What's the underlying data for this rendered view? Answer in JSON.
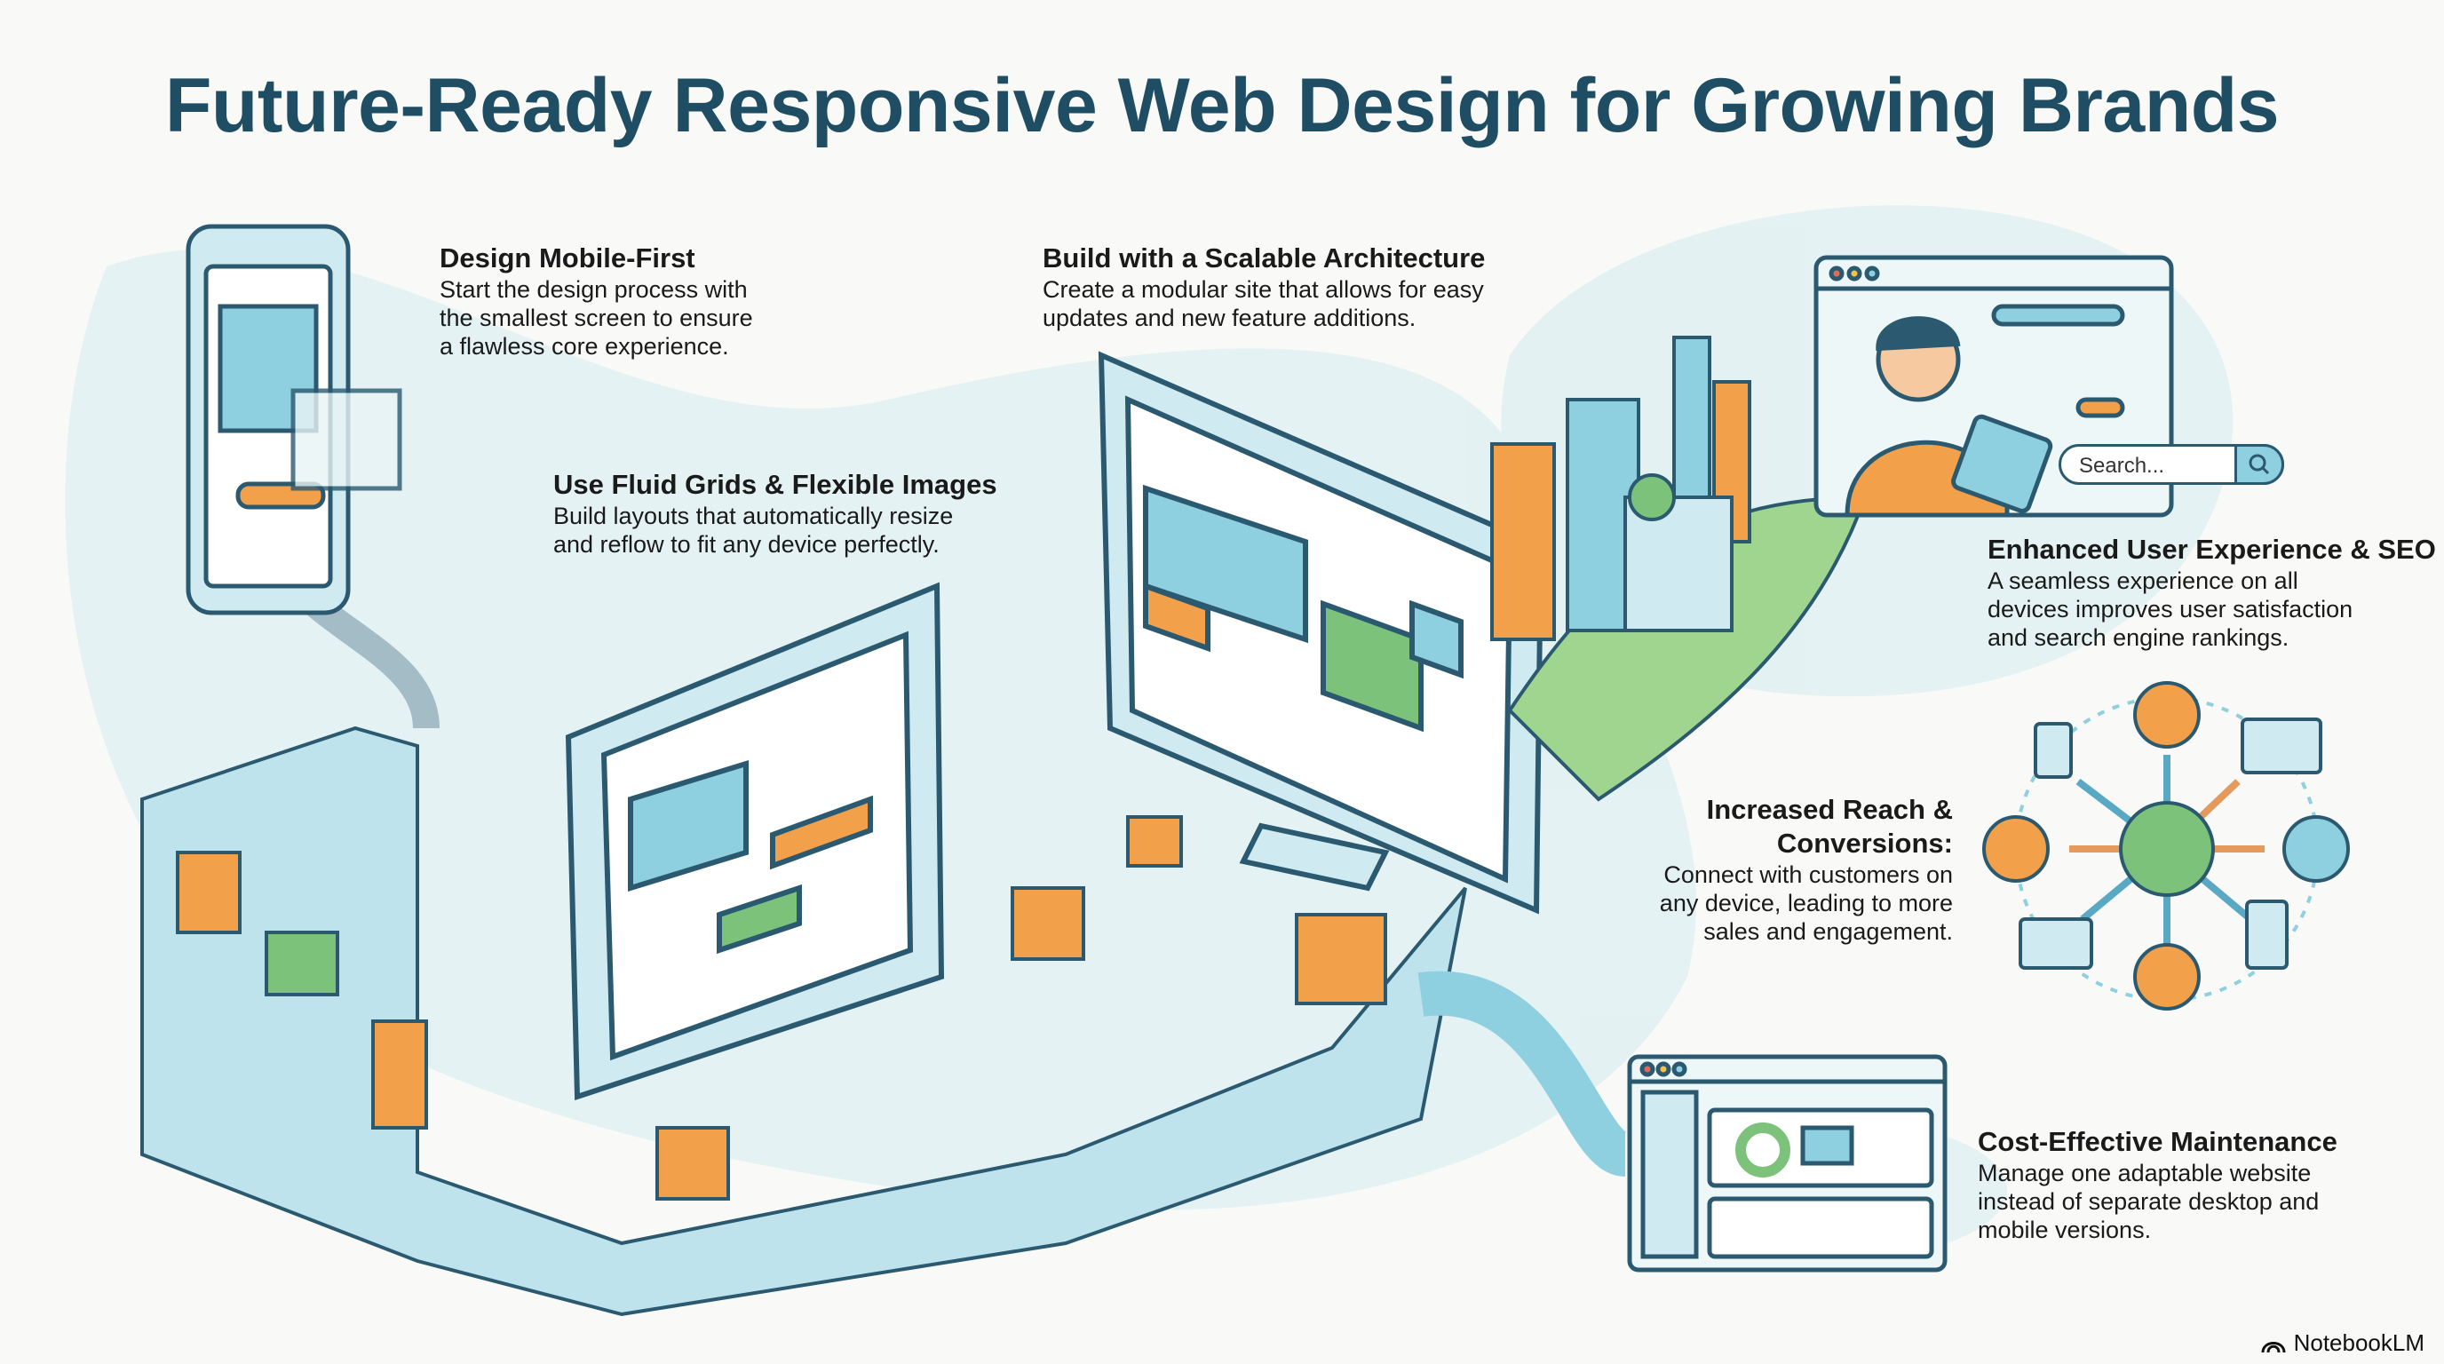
{
  "title": "Future-Ready Responsive Web Design for Growing Brands",
  "sections": [
    {
      "heading": "Design Mobile-First",
      "lines": [
        "Start the design process with",
        "the smallest screen to ensure",
        "a flawless core experience."
      ]
    },
    {
      "heading": "Build with a Scalable Architecture",
      "lines": [
        "Create a modular site that allows for easy",
        "updates and new feature additions."
      ]
    },
    {
      "heading": "Use Fluid Grids & Flexible Images",
      "lines": [
        "Build layouts that automatically resize",
        "and reflow to fit any device perfectly."
      ]
    },
    {
      "heading": "Enhanced User Experience & SEO",
      "lines": [
        "A seamless experience on all",
        "devices improves user satisfaction",
        "and search engine rankings."
      ]
    },
    {
      "heading_lines": [
        "Increased Reach &",
        "Conversions:"
      ],
      "lines": [
        "Connect with customers on",
        "any device, leading to more",
        "sales and engagement."
      ]
    },
    {
      "heading": "Cost-Effective Maintenance",
      "lines": [
        "Manage one adaptable website",
        "instead of separate desktop and",
        "mobile versions."
      ]
    }
  ],
  "search": {
    "placeholder": "Search..."
  },
  "brand": "NotebookLM",
  "colors": {
    "title": "#1f4d63",
    "teal": "#8ed0e0",
    "orange": "#f3a04a",
    "green": "#7cc27a",
    "outline": "#2b5a70"
  }
}
